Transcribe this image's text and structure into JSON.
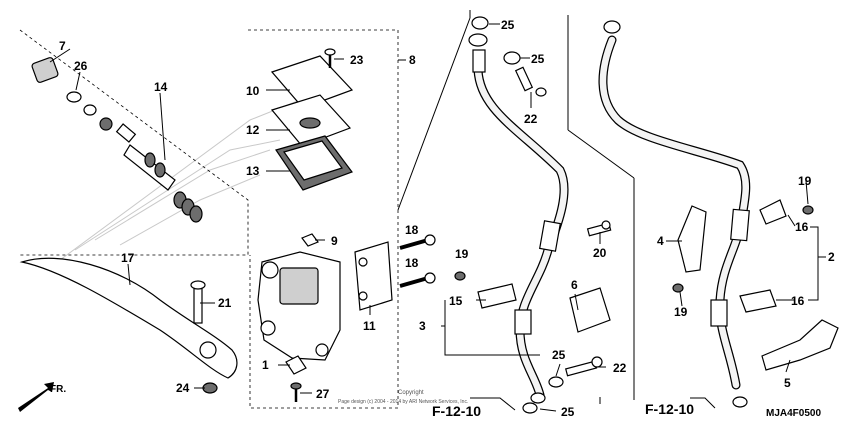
{
  "callouts": [
    "1",
    "2",
    "3",
    "4",
    "5",
    "6",
    "7",
    "8",
    "9",
    "10",
    "11",
    "12",
    "13",
    "14",
    "15",
    "16",
    "17",
    "18",
    "19",
    "20",
    "21",
    "22",
    "23",
    "24",
    "25",
    "26",
    "27"
  ],
  "extra": {
    "c16b": "16",
    "c18b": "18",
    "c19b": "19",
    "c19c": "19",
    "c22b": "22",
    "c25b": "25",
    "c25c": "25",
    "c25d": "25"
  },
  "refs": {
    "left": "F-12-10",
    "right": "F-12-10"
  },
  "copyright_title": "Copyright",
  "copyright_line": "Page design (c) 2004 - 2014 by ARI Network Services, Inc.",
  "direction_label": "FR.",
  "diagram_code": "MJA4F0500"
}
